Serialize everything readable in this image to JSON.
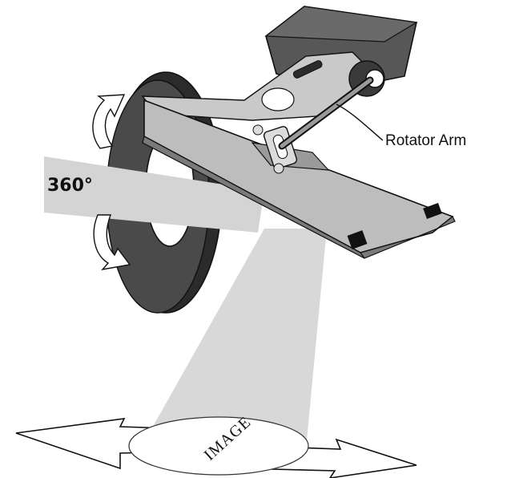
{
  "diagram": {
    "rotation_label": "360°",
    "callout_label": "Rotator Arm",
    "image_label": "IMAGE"
  },
  "colors": {
    "ring_dark": "#2b2b2b",
    "ring_face": "#4a4a4a",
    "beam": "#d4d4d4",
    "plate": "#bdbdbd",
    "plate_edge": "#7a7a7a",
    "housing": "#575757",
    "outline": "#111111",
    "background": "#ffffff"
  }
}
